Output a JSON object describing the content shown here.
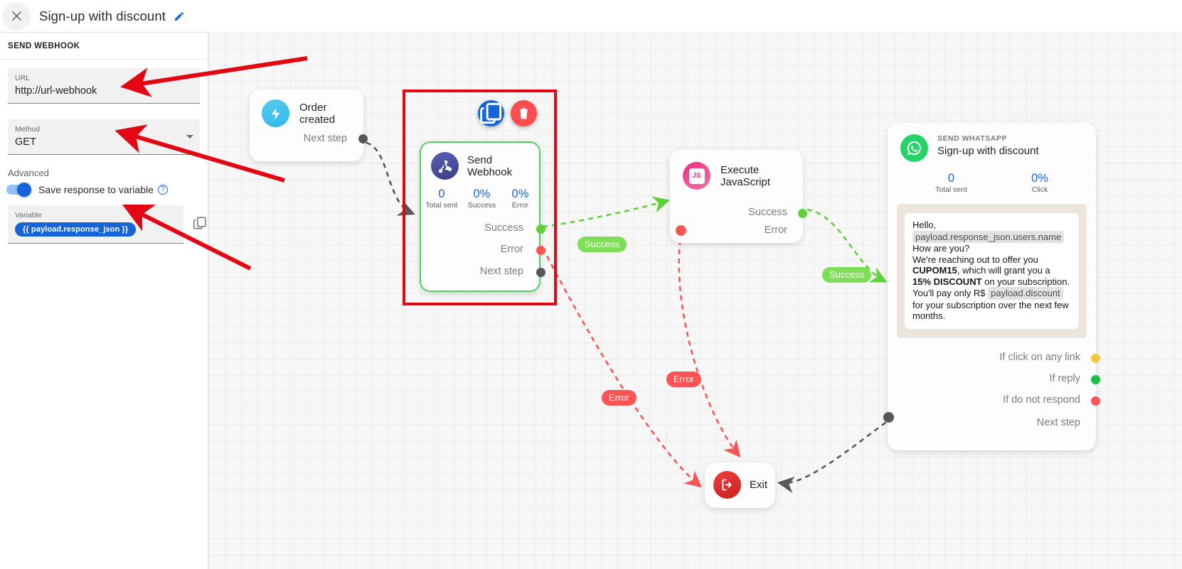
{
  "header": {
    "close_icon": "close-icon",
    "title": "Sign-up with discount",
    "edit_icon": "pencil-icon"
  },
  "sidebar": {
    "section_title": "SEND WEBHOOK",
    "url": {
      "label": "URL",
      "value": "http://url-webhook"
    },
    "method": {
      "label": "Method",
      "value": "GET",
      "caret_icon": "chevron-down-icon"
    },
    "advanced": {
      "label": "Advanced"
    },
    "save_response": {
      "label": "Save response to variable",
      "enabled": true,
      "help_icon": "help-circle-icon"
    },
    "variable": {
      "label": "Variable",
      "chip": "{{ payload.response_json }}",
      "copy_icon": "copy-icon"
    }
  },
  "canvas": {
    "nodes": {
      "order_created": {
        "icon": "lightning-bolt-icon",
        "title": "Order created",
        "next_step_label": "Next step"
      },
      "send_webhook": {
        "icon": "webhook-icon",
        "title": "Send Webhook",
        "stats": [
          {
            "value": "0",
            "caption": "Total sent"
          },
          {
            "value": "0%",
            "caption": "Success"
          },
          {
            "value": "0%",
            "caption": "Error"
          }
        ],
        "ports": [
          "Success",
          "Error",
          "Next step"
        ],
        "selected": true,
        "actions": {
          "duplicate_icon": "copy-icon",
          "delete_icon": "trash-icon"
        }
      },
      "execute_javascript": {
        "icon": "js-icon",
        "title": "Execute JavaScript",
        "ports": [
          "Success",
          "Error"
        ]
      },
      "send_whatsapp": {
        "icon": "whatsapp-icon",
        "kicker": "SEND WHATSAPP",
        "title": "Sign-up with discount",
        "stats": [
          {
            "value": "0",
            "caption": "Total sent"
          },
          {
            "value": "0%",
            "caption": "Click"
          }
        ],
        "message": {
          "line1": "Hello,",
          "var1": "payload.response_json.users.name",
          "line2": "How are you?",
          "line3": "We're reaching out to offer you",
          "bold1": "CUPOM15",
          "line4": ", which will grant you a",
          "bold2": "15% DISCOUNT",
          "line5": " on your subscription.",
          "line6": "You'll pay only R$",
          "var2": "payload.discount",
          "line7": "for your subscription over the next few months."
        },
        "ports": [
          "If click on any link",
          "If reply",
          "If do not respond",
          "Next step"
        ]
      },
      "exit": {
        "icon": "exit-icon",
        "title": "Exit"
      }
    },
    "edge_labels": {
      "webhook_success": "Success",
      "webhook_error": "Error",
      "js_error": "Error",
      "js_success": "Success"
    }
  },
  "colors": {
    "accent_blue": "#1565d8",
    "success_green": "#7ede55",
    "error_red": "#fc5454",
    "selection_red": "#e30613",
    "whatsapp_green": "#25d366"
  }
}
